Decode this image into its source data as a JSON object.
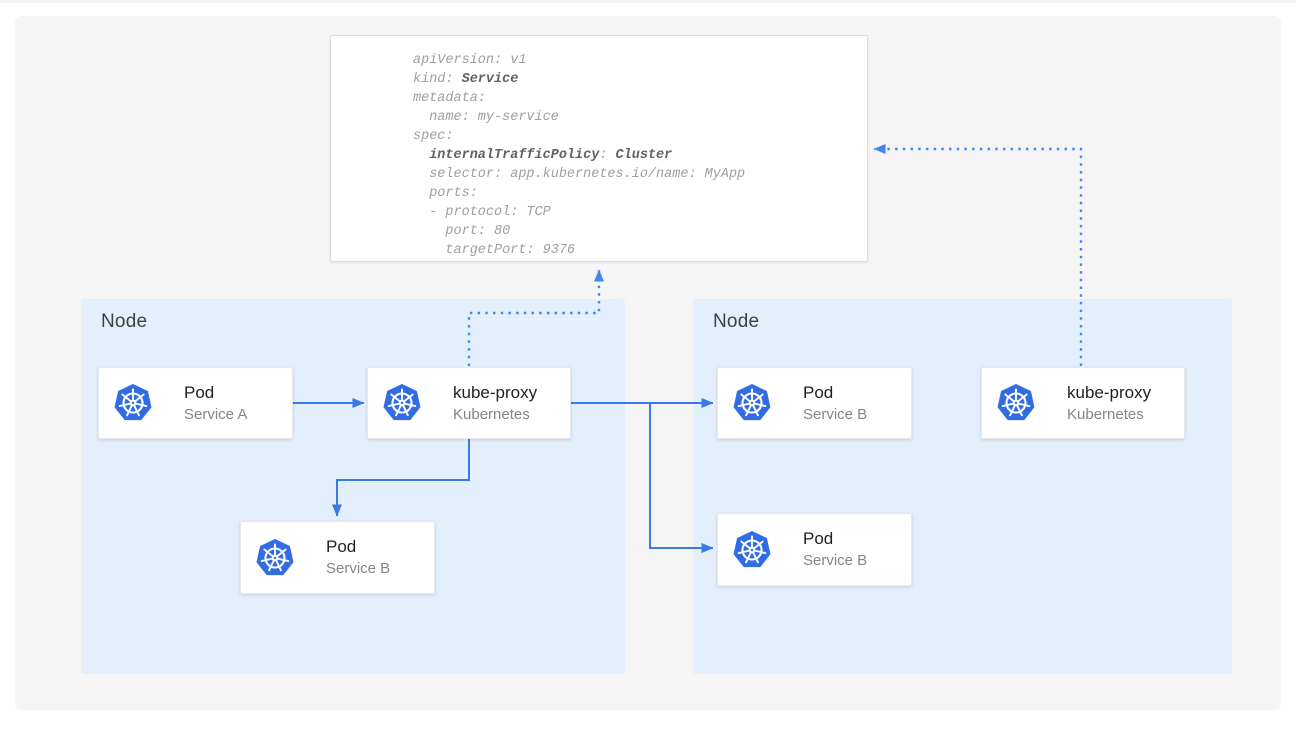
{
  "diagram": {
    "yaml_card": {
      "lines": [
        [
          {
            "t": "apiVersion: v1"
          }
        ],
        [
          {
            "t": "kind: "
          },
          {
            "t": "Service",
            "b": true
          }
        ],
        [
          {
            "t": "metadata:"
          }
        ],
        [
          {
            "t": "  name: my-service"
          }
        ],
        [
          {
            "t": "spec:"
          }
        ],
        [
          {
            "t": "  "
          },
          {
            "t": "internalTrafficPolicy",
            "b": true
          },
          {
            "t": ": "
          },
          {
            "t": "Cluster",
            "b": true
          }
        ],
        [
          {
            "t": "  selector: app.kubernetes.io/name: MyApp"
          }
        ],
        [
          {
            "t": "  ports:"
          }
        ],
        [
          {
            "t": "  - protocol: TCP"
          }
        ],
        [
          {
            "t": "    port: 80"
          }
        ],
        [
          {
            "t": "    targetPort: 9376"
          }
        ]
      ]
    },
    "nodes": [
      {
        "label": "Node"
      },
      {
        "label": "Node"
      }
    ],
    "cards": {
      "pod_a": {
        "title": "Pod",
        "subtitle": "Service A",
        "icon": "kubernetes-icon"
      },
      "kube_proxy_left": {
        "title": "kube-proxy",
        "subtitle": "Kubernetes",
        "icon": "kubernetes-icon"
      },
      "pod_b_left": {
        "title": "Pod",
        "subtitle": "Service B",
        "icon": "kubernetes-icon"
      },
      "pod_b_right_top": {
        "title": "Pod",
        "subtitle": "Service B",
        "icon": "kubernetes-icon"
      },
      "pod_b_right_bottom": {
        "title": "Pod",
        "subtitle": "Service B",
        "icon": "kubernetes-icon"
      },
      "kube_proxy_right": {
        "title": "kube-proxy",
        "subtitle": "Kubernetes",
        "icon": "kubernetes-icon"
      }
    },
    "colors": {
      "panel_bg": "#f5f5f6",
      "node_bg": "#e3f0fc",
      "arrow_solid": "#3c79e8",
      "arrow_dotted": "#4486ef",
      "kubernetes_blue": "#326ce5",
      "code_regular": "#9aa0a6",
      "code_bold": "#5f6368"
    }
  }
}
